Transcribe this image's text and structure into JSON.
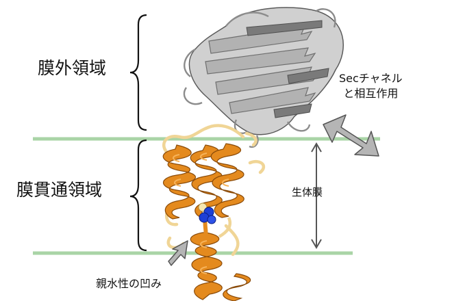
{
  "labels": {
    "extracellular_domain": "膜外領域",
    "transmembrane_domain": "膜貫通領域",
    "sec_interaction_line1": "Secチャネル",
    "sec_interaction_line2": "と相互作用",
    "membrane": "生体膜",
    "hydrophilic_pocket": "親水性の凹み"
  },
  "colors": {
    "membrane_line": "#a9d4a6",
    "helix": "#e48a1e",
    "helix_highlight": "#f6b35a",
    "loop": "#f0d596",
    "beta_domain": "#b8b8b8",
    "beta_dark": "#6e6e6e",
    "arrow_fill": "#b5b5b5",
    "arrow_stroke": "#555555",
    "ligand": "#1d3fd6",
    "bracket": "#111111"
  }
}
